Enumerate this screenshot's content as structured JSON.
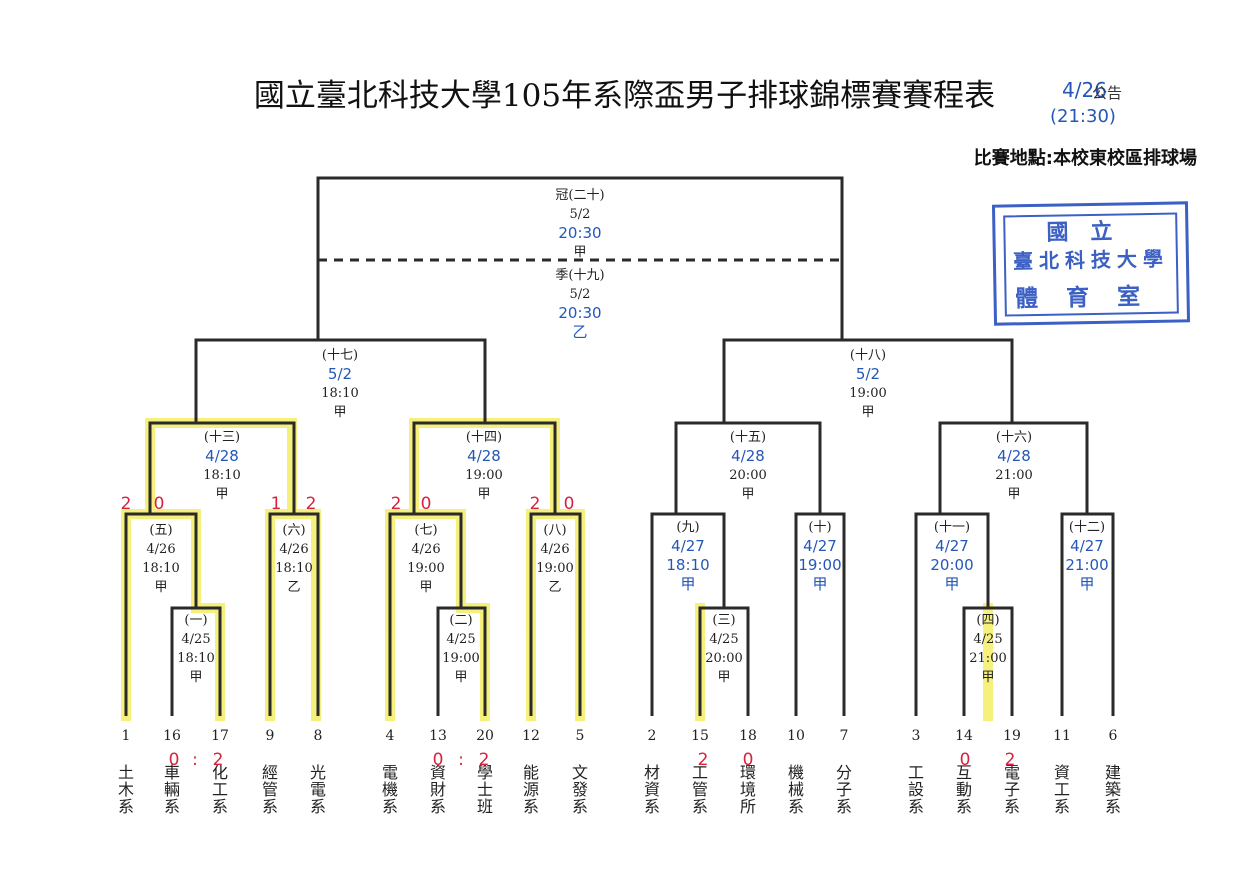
{
  "title": "國立臺北科技大學105年系際盃男子排球錦標賽賽程表",
  "announcement": {
    "date": "4/26",
    "label": "公告",
    "time": "(21:30)"
  },
  "venue": "比賽地點:本校東校區排球場",
  "stamp": {
    "line1": "國立",
    "line2": "臺北科技大學",
    "line3": "體育室"
  },
  "matches": {
    "m1": {
      "no": "(一)",
      "date": "4/25",
      "time": "18:10",
      "court": "甲"
    },
    "m2": {
      "no": "(二)",
      "date": "4/25",
      "time": "19:00",
      "court": "甲"
    },
    "m3": {
      "no": "(三)",
      "date": "4/25",
      "time": "20:00",
      "court": "甲"
    },
    "m4": {
      "no": "(四)",
      "date": "4/25",
      "time": "21:00",
      "court": "甲"
    },
    "m5": {
      "no": "(五)",
      "date": "4/26",
      "time": "18:10",
      "court": "甲"
    },
    "m6": {
      "no": "(六)",
      "date": "4/26",
      "time": "18:10",
      "court": "乙"
    },
    "m7": {
      "no": "(七)",
      "date": "4/26",
      "time": "19:00",
      "court": "甲"
    },
    "m8": {
      "no": "(八)",
      "date": "4/26",
      "time": "19:00",
      "court": "乙"
    },
    "m9": {
      "no": "(九)",
      "date": "4/27",
      "time": "18:10",
      "court": "甲"
    },
    "m10": {
      "no": "(十)",
      "date": "4/27",
      "time": "19:00",
      "court": "甲"
    },
    "m11": {
      "no": "(十一)",
      "date": "4/27",
      "time": "20:00",
      "court": "甲"
    },
    "m12": {
      "no": "(十二)",
      "date": "4/27",
      "time": "21:00",
      "court": "甲"
    },
    "m13": {
      "no": "(十三)",
      "date": "4/28",
      "time": "18:10",
      "court": "甲"
    },
    "m14": {
      "no": "(十四)",
      "date": "4/28",
      "time": "19:00",
      "court": "甲"
    },
    "m15": {
      "no": "(十五)",
      "date": "4/28",
      "time": "20:00",
      "court": "甲"
    },
    "m16": {
      "no": "(十六)",
      "date": "4/28",
      "time": "21:00",
      "court": "甲"
    },
    "m17": {
      "no": "(十七)",
      "date": "5/2",
      "time": "18:10",
      "court": "甲"
    },
    "m18": {
      "no": "(十八)",
      "date": "5/2",
      "time": "19:00",
      "court": "甲"
    },
    "m19": {
      "no": "季(十九)",
      "date": "5/2",
      "time": "20:30",
      "court": "乙"
    },
    "m20": {
      "no": "冠(二十)",
      "date": "5/2",
      "time": "20:30",
      "court": "甲"
    }
  },
  "teams": [
    {
      "seed": "1",
      "name": "土木系"
    },
    {
      "seed": "16",
      "name": "車輛系"
    },
    {
      "seed": "17",
      "name": "化工系"
    },
    {
      "seed": "9",
      "name": "經管系"
    },
    {
      "seed": "8",
      "name": "光電系"
    },
    {
      "seed": "4",
      "name": "電機系"
    },
    {
      "seed": "13",
      "name": "資財系"
    },
    {
      "seed": "20",
      "name": "學士班"
    },
    {
      "seed": "12",
      "name": "能源系"
    },
    {
      "seed": "5",
      "name": "文發系"
    },
    {
      "seed": "2",
      "name": "材資系"
    },
    {
      "seed": "15",
      "name": "工管系"
    },
    {
      "seed": "18",
      "name": "環境所"
    },
    {
      "seed": "10",
      "name": "機械系"
    },
    {
      "seed": "7",
      "name": "分子系"
    },
    {
      "seed": "3",
      "name": "工設系"
    },
    {
      "seed": "14",
      "name": "互動系"
    },
    {
      "seed": "19",
      "name": "電子系"
    },
    {
      "seed": "11",
      "name": "資工系"
    },
    {
      "seed": "6",
      "name": "建築系"
    }
  ],
  "scores": {
    "m1": [
      "0",
      ":",
      "2"
    ],
    "m2": [
      "0",
      ":",
      "2"
    ],
    "m3": [
      "2",
      "0"
    ],
    "m4": [
      "0",
      "2"
    ],
    "m5": [
      "2",
      "0"
    ],
    "m6": [
      "1",
      "2"
    ],
    "m7": [
      "2",
      "0"
    ],
    "m8": [
      "2",
      "0"
    ]
  },
  "colors": {
    "line": "#2a2a2a",
    "highlight": "#f4ef6e",
    "handwriting": "#2457b8",
    "score": "#d8223d",
    "stamp": "#3c60c4"
  }
}
